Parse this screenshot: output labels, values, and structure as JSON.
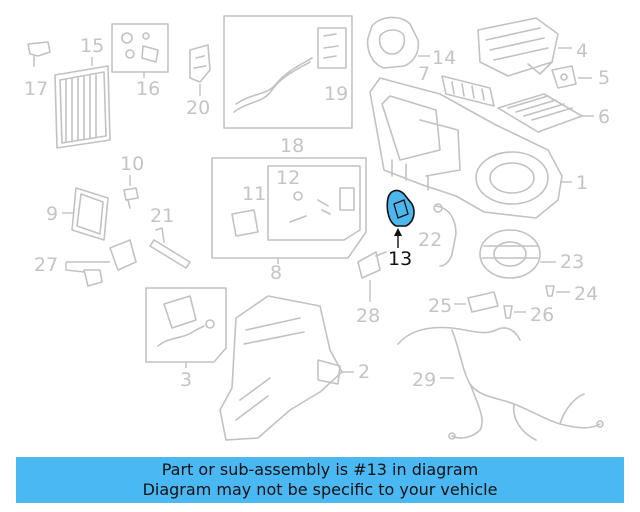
{
  "callouts": {
    "c1": "1",
    "c2": "2",
    "c3": "3",
    "c4": "4",
    "c5": "5",
    "c6": "6",
    "c7": "7",
    "c8": "8",
    "c9": "9",
    "c10": "10",
    "c11": "11",
    "c12": "12",
    "c13": "13",
    "c14": "14",
    "c15": "15",
    "c16": "16",
    "c17": "17",
    "c18": "18",
    "c19": "19",
    "c20": "20",
    "c21": "21",
    "c22": "22",
    "c23": "23",
    "c24": "24",
    "c25": "25",
    "c26": "26",
    "c27": "27",
    "c28": "28",
    "c29": "29"
  },
  "highlighted_part": "13",
  "colors": {
    "banner": "#4ab8f2",
    "highlight": "#4db6ec",
    "faded": "#c2c2c2"
  },
  "banner": {
    "line1": "Part or sub-assembly is #13 in diagram",
    "line2": "Diagram may not be specific to your vehicle"
  }
}
